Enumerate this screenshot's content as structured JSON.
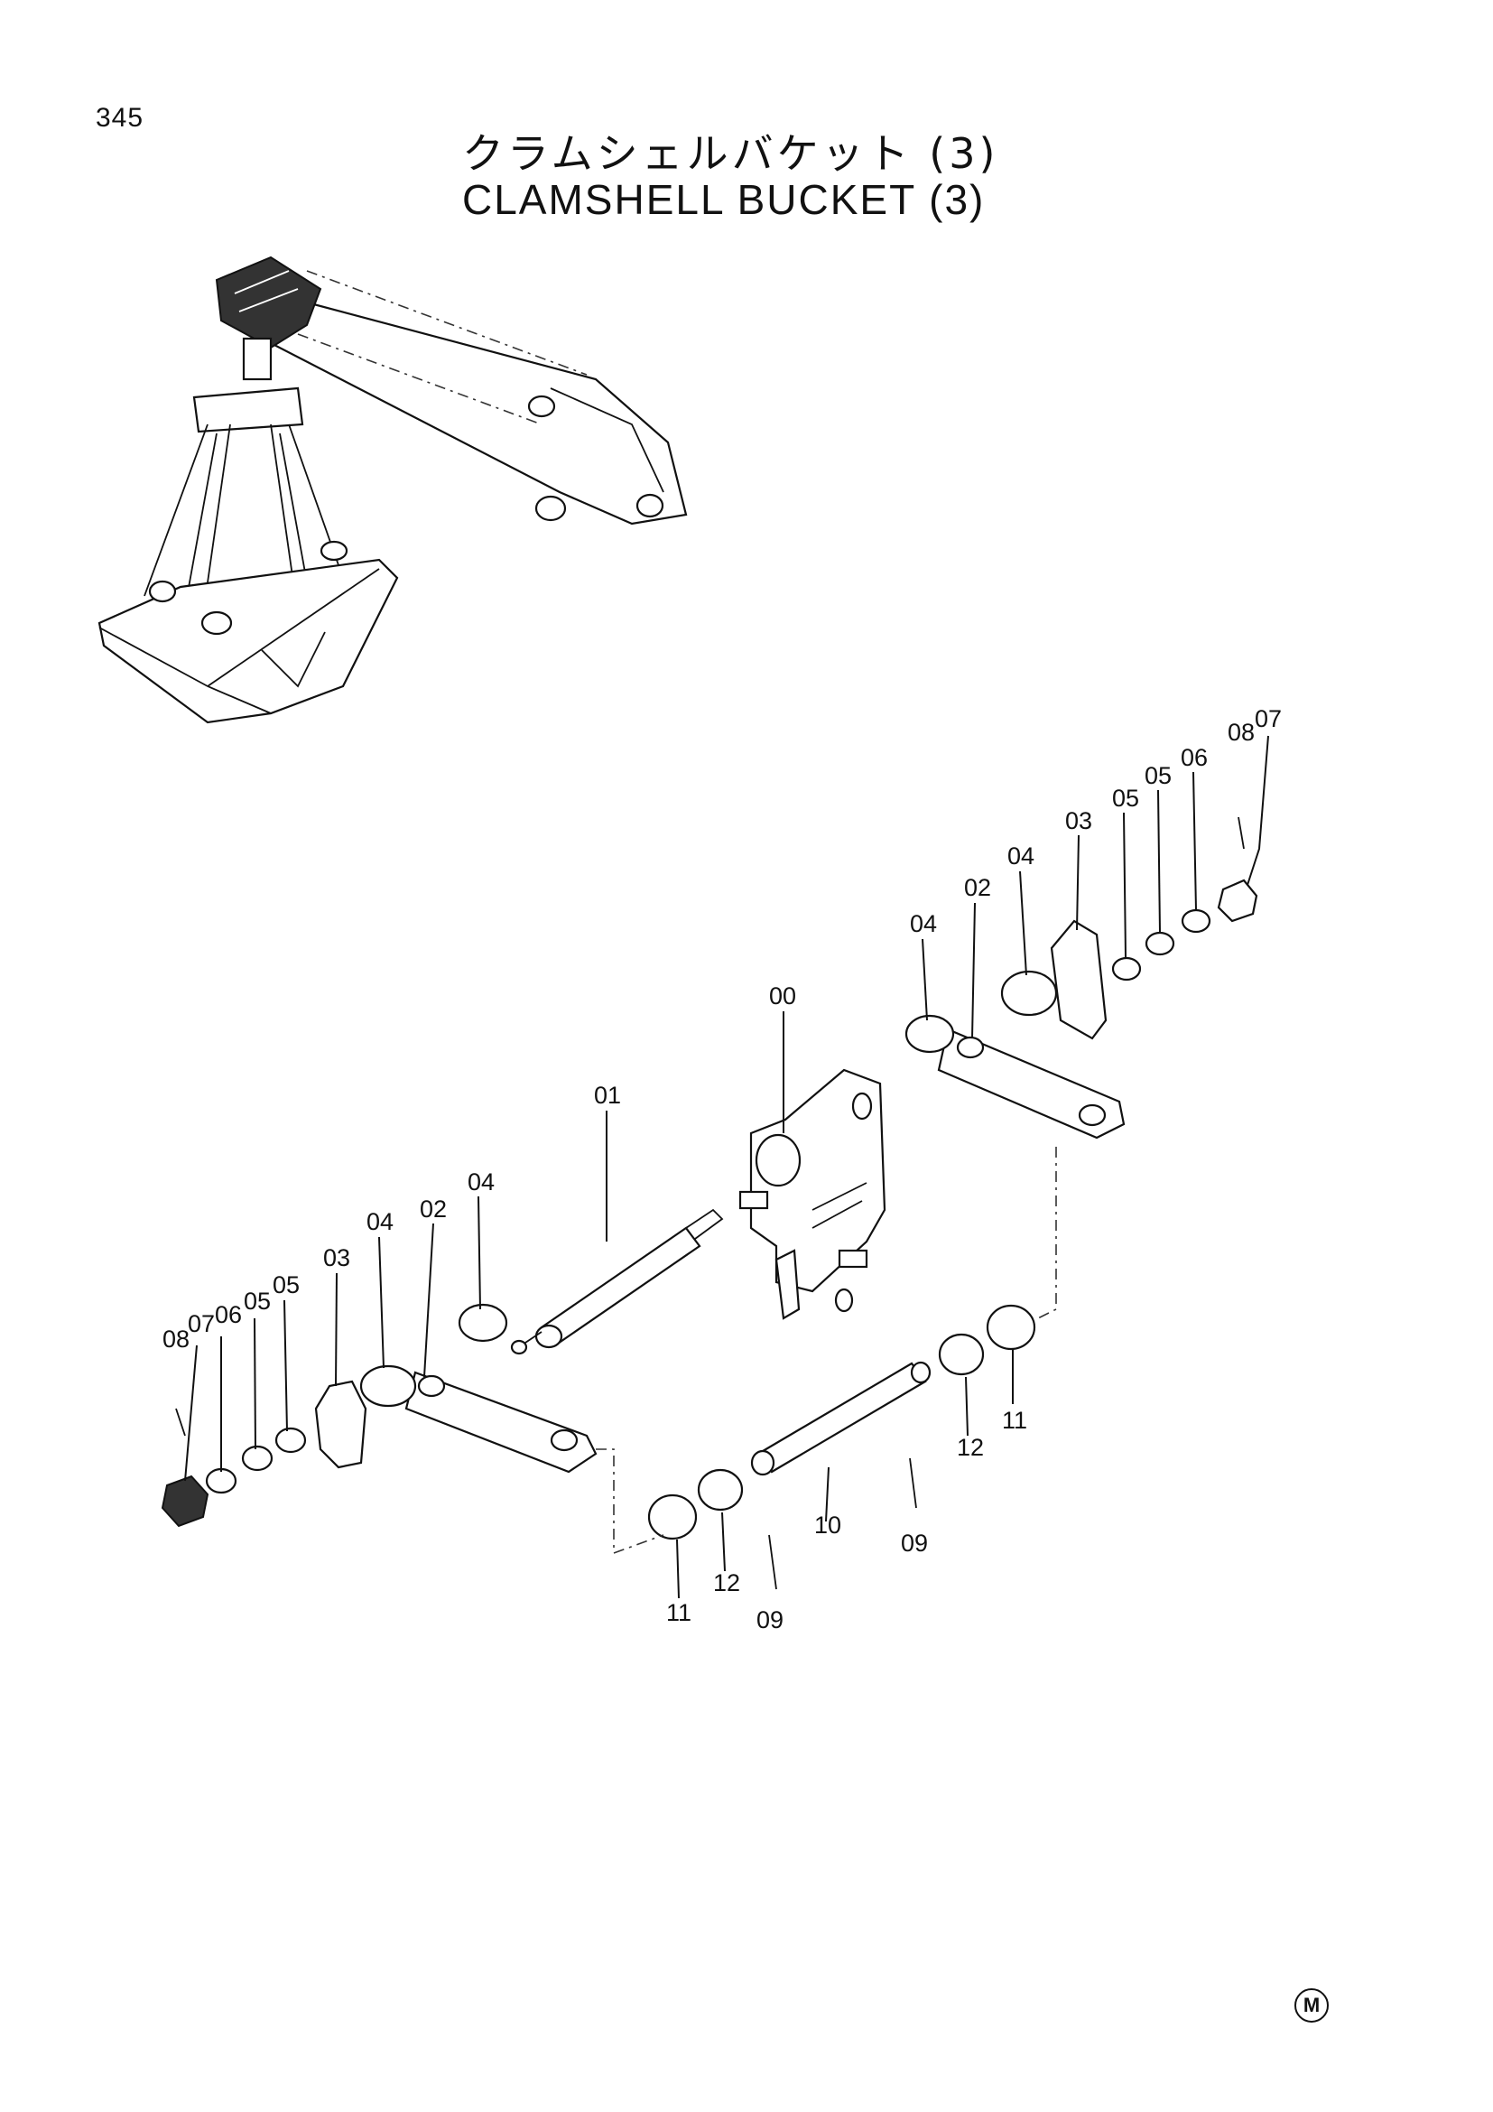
{
  "page_number": "345",
  "title_jp": "クラムシェルバケット (3)",
  "title_en": "CLAMSHELL BUCKET (3)",
  "mark_symbol": "M",
  "callouts": {
    "c00": "00",
    "c01": "01",
    "c02a": "02",
    "c02b": "02",
    "c03a": "03",
    "c03b": "03",
    "c04a": "04",
    "c04b": "04",
    "c04c": "04",
    "c04d": "04",
    "c05a": "05",
    "c05b": "05",
    "c05c": "05",
    "c05d": "05",
    "c06a": "06",
    "c06b": "06",
    "c07a": "07",
    "c07b": "07",
    "c08a": "08",
    "c08b": "08",
    "c09a": "09",
    "c09b": "09",
    "c10": "10",
    "c11a": "11",
    "c11b": "11",
    "c12a": "12",
    "c12b": "12"
  }
}
